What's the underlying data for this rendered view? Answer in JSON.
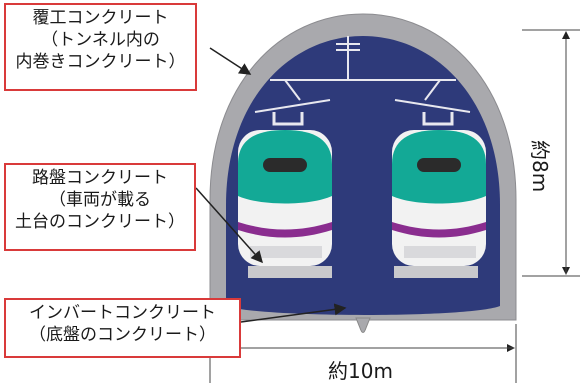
{
  "labels": {
    "lining_concrete": [
      "覆工コンクリート",
      "（トンネル内の",
      "内巻きコンクリート）"
    ],
    "roadbed_concrete": [
      "路盤コンクリート",
      "（車両が載る",
      "土台のコンクリート）"
    ],
    "invert_concrete": [
      "インバートコンクリート",
      "（底盤のコンクリート）"
    ],
    "width_dimension": "約10m",
    "height_dimension": "約8m"
  },
  "colors": {
    "callout_border": "#d93a3a",
    "lining": "#a9a9ad",
    "tunnel_interior": "#2e3a7a",
    "train_green": "#13a996",
    "train_body": "#f2f2f2",
    "accent_purple": "#8a2d8f"
  }
}
